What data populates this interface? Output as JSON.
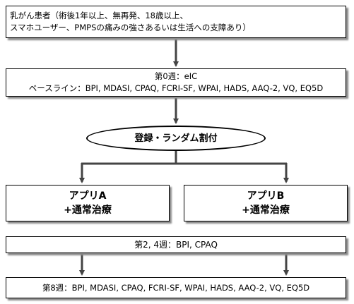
{
  "eligibility": {
    "line1": "乳がん患者（術後1年以上、無再発、18歳以上、",
    "line2": "スマホユーザー、PMPSの痛みの強さあるいは生活への支障あり）"
  },
  "week0": {
    "line1": "第0週：eIC",
    "line2": "ベースライン：BPI, MDASI, CPAQ, FCRI-SF, WPAI, HADS, AAQ-2, VQ, EQ5D"
  },
  "randomization": {
    "label": "登録・ランダム割付"
  },
  "arm_a": {
    "line1": "アプリA",
    "line2": "+通常治療"
  },
  "arm_b": {
    "line1": "アプリB",
    "line2": "+通常治療"
  },
  "week24": {
    "label": "第2, 4週：BPI, CPAQ"
  },
  "week8": {
    "label": "第8週：BPI, MDASI, CPAQ, FCRI-SF, WPAI, HADS, AAQ-2, VQ, EQ5D"
  }
}
